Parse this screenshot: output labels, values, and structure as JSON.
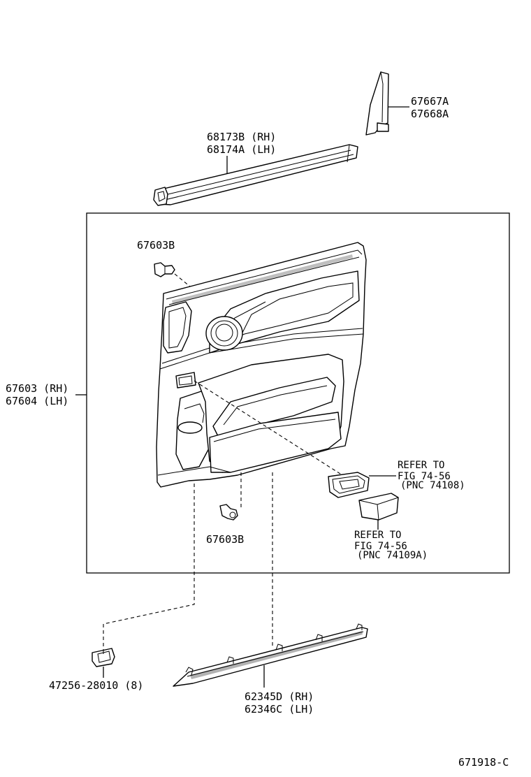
{
  "parts": {
    "door_panel": {
      "numbers": [
        "67603 (RH)",
        "67604 (LH)"
      ]
    },
    "weatherstrip": {
      "numbers": [
        "68173B (RH)",
        "68174A (LH)"
      ]
    },
    "corner_cover": {
      "numbers": [
        "67667A",
        "67668A"
      ]
    },
    "clip_upper": {
      "number": "67603B"
    },
    "clip_lower": {
      "number": "67603B"
    },
    "switch_base_ref": {
      "lines": [
        "REFER TO",
        "FIG 74-56",
        "(PNC 74108)"
      ]
    },
    "pocket_ref": {
      "lines": [
        "REFER TO",
        "FIG 74-56",
        "(PNC 74109A)"
      ]
    },
    "retainer_clip": {
      "number": "47256-28010 (8)"
    },
    "scuff_plate": {
      "numbers": [
        "62345D (RH)",
        "62346C (LH)"
      ]
    }
  },
  "figure_code": "671918-C"
}
